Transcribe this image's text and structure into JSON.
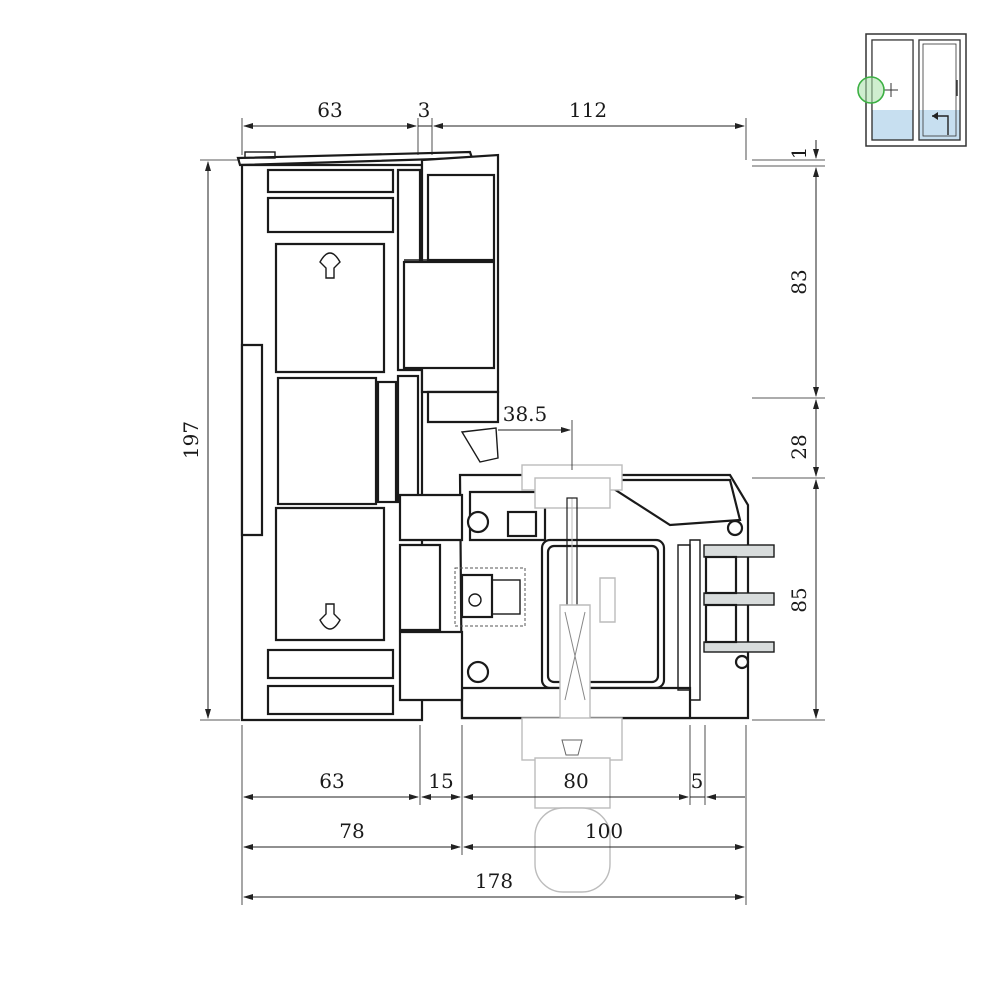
{
  "dimensions": {
    "top_left": "63",
    "top_gap": "3",
    "top_right": "112",
    "right_small": "1",
    "right_upper": "83",
    "right_middle": "28",
    "right_lower": "85",
    "left_height": "197",
    "inner_offset": "38.5",
    "bottom_outer_frame": "63",
    "bottom_gap": "15",
    "bottom_sash": "80",
    "bottom_small": "5",
    "bottom_frame_total": "78",
    "bottom_sash_total": "100",
    "bottom_overall": "178"
  },
  "colors": {
    "line": "#1a1a1a",
    "handle_grey": "#bcbcbc",
    "icon_glass": "#c7dff0",
    "icon_marker": "#3cb043",
    "glass_seal": "#d8dcdc"
  },
  "icons": {
    "window_thumbnail": "sliding-window-icon",
    "position_marker": "green-circle-marker-icon"
  }
}
